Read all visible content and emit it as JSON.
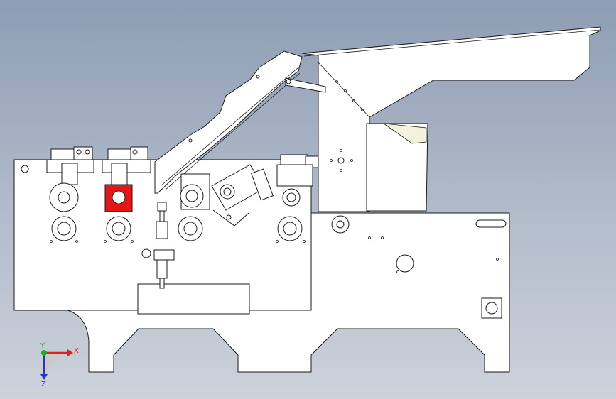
{
  "triad": {
    "x_label": "X",
    "y_label": "Y",
    "z_label": "Z",
    "colors": {
      "x": "#e0201c",
      "y": "#16b41a",
      "z": "#2436c8"
    }
  },
  "colors": {
    "background_top": "#8e9db3",
    "background_bottom": "#cdd2db",
    "part_fill": "#ffffff",
    "edge": "#1a1a1a",
    "highlight_part": "#e41616",
    "shade": "#c9c9c9"
  }
}
